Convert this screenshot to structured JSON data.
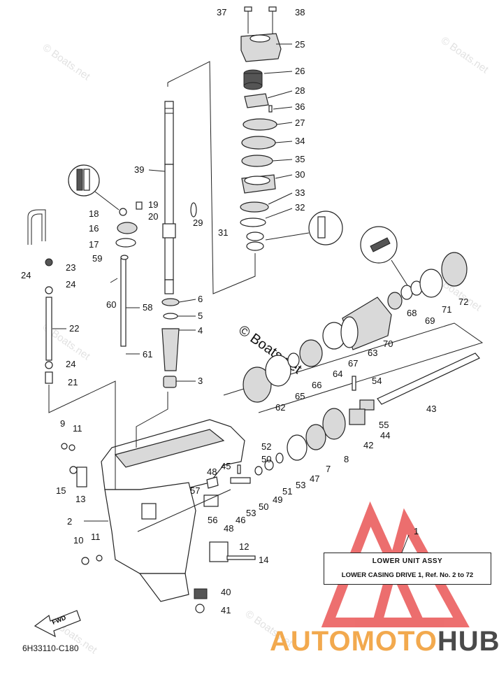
{
  "diagram": {
    "part_numbers": [
      "1",
      "2",
      "3",
      "4",
      "5",
      "6",
      "7",
      "8",
      "9",
      "10",
      "11",
      "11",
      "12",
      "13",
      "14",
      "15",
      "16",
      "17",
      "18",
      "19",
      "20",
      "21",
      "22",
      "23",
      "24",
      "24",
      "24",
      "24",
      "25",
      "26",
      "27",
      "28",
      "29",
      "30",
      "31",
      "32",
      "33",
      "34",
      "35",
      "36",
      "37",
      "38",
      "39",
      "40",
      "41",
      "42",
      "43",
      "44",
      "45",
      "46",
      "47",
      "48",
      "48",
      "49",
      "50",
      "50",
      "51",
      "52",
      "53",
      "53",
      "54",
      "55",
      "56",
      "57",
      "58",
      "59",
      "60",
      "61",
      "62",
      "63",
      "64",
      "65",
      "66",
      "67",
      "68",
      "69",
      "70",
      "71",
      "72"
    ],
    "title_box": {
      "line1": "LOWER UNIT ASSY",
      "line2": "LOWER CASING DRIVE 1, Ref. No. 2 to 72"
    },
    "drawing_code": "6H33110-C180",
    "fwd_label": "FWD",
    "watermark": "© Boats.net",
    "logo": {
      "part1": "AUTOMOTO",
      "part2": "HUB"
    }
  }
}
